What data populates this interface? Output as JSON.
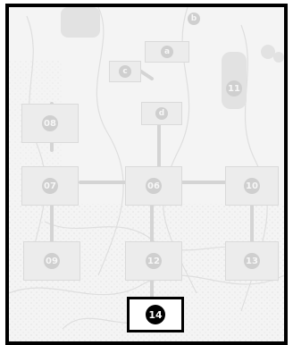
{
  "scene": {
    "nodes": [
      {
        "id": "a",
        "label": "a"
      },
      {
        "id": "b",
        "label": "b"
      },
      {
        "id": "c",
        "label": "c"
      },
      {
        "id": "d",
        "label": "d"
      },
      {
        "id": "06",
        "label": "06"
      },
      {
        "id": "07",
        "label": "07"
      },
      {
        "id": "08",
        "label": "08"
      },
      {
        "id": "09",
        "label": "09"
      },
      {
        "id": "10",
        "label": "10"
      },
      {
        "id": "11",
        "label": "11"
      },
      {
        "id": "12",
        "label": "12"
      },
      {
        "id": "13",
        "label": "13"
      },
      {
        "id": "14",
        "label": "14"
      }
    ],
    "active_node": "14"
  }
}
